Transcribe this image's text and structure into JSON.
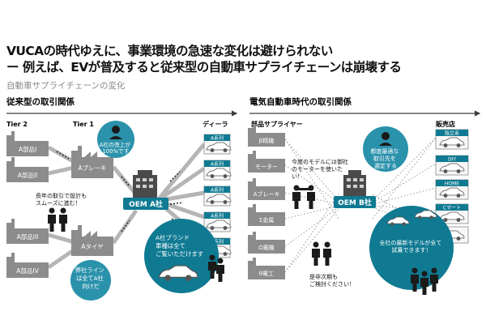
{
  "headline": {
    "line1": "VUCAの時代ゆえに、事業環境の急速な変化は避けられない",
    "line2": "ー 例えば、EVが普及すると従来型の自動車サプライチェーンは崩壊する"
  },
  "subtitle": "自動車サプライチェーンの変化",
  "colors": {
    "accent": "#0f7a92",
    "box": "#8c8c8c",
    "light_bubble": "#2b92ab",
    "line": "#b5b5b5",
    "dotted": "#9a9a9a"
  },
  "left": {
    "title": "従来型の取引関係",
    "tier2_label": "Tier 2",
    "tier1_label": "Tier 1",
    "dealer_label": "ディーラ",
    "tier2_boxes": [
      "A部品I",
      "A部品II",
      "A部品III",
      "A部品IV"
    ],
    "tier1_boxes": [
      "Aブレーキ",
      "Aタイヤ"
    ],
    "oem": "OEM A社",
    "dealers": [
      "A系列",
      "A系列",
      "A系列",
      "A系列",
      "A系列"
    ],
    "bubble_sales": "A社の売上が\n100%です",
    "quote_longterm": "長年の取引で設計も\nスムーズに進む！",
    "bubble_loyal": "弊社ライン\nは全てA社\n向けだ",
    "bubble_brand": "A社ブランド\n車種は全て\nご覧いただけます"
  },
  "right": {
    "title": "電気自動車時代の取引関係",
    "supplier_label": "部品サプライヤー",
    "store_label": "販売店",
    "suppliers": [
      "β精機",
      "モーター",
      "Aブレーキ",
      "Σ金属",
      "Ω電機",
      "θ電工"
    ],
    "oem": "OEM B社",
    "stores": [
      "独立系",
      "DIY",
      "HOME",
      "Cマート",
      ""
    ],
    "quote_motor": "今度のモデルには御社\nのモーターを使いた\nい！",
    "bubble_best": "都度最適な\n取引先を\n選定する",
    "quote_review": "是非次期も\nご検討ください！",
    "bubble_models": "全社の最新モデルが全て\n試乗できます！"
  }
}
